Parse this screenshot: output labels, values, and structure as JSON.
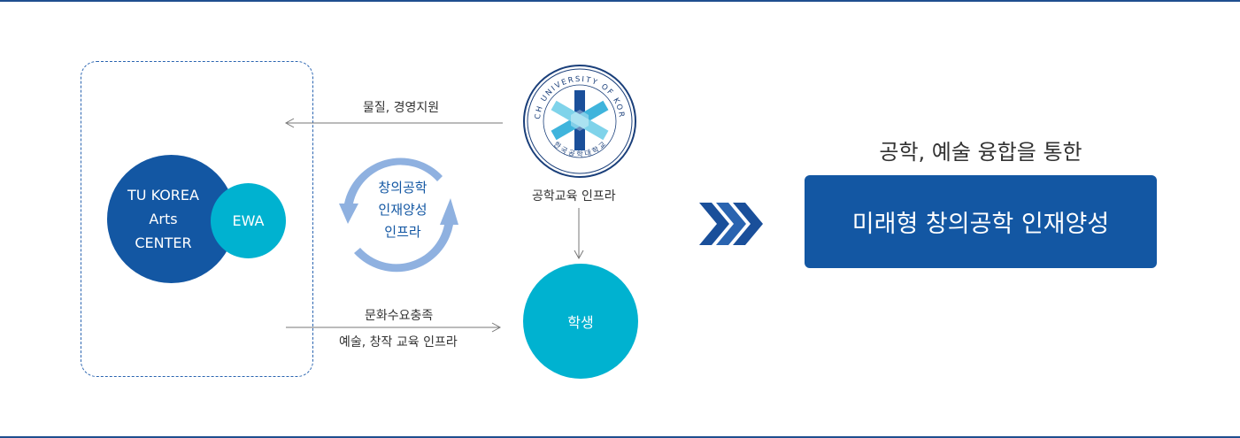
{
  "tu_center": {
    "line1": "TU KOREA",
    "line2": "Arts",
    "line3": "CENTER"
  },
  "ewa": "EWA",
  "support_label": "물질, 경영지원",
  "cycle": {
    "line1": "창의공학",
    "line2": "인재양성",
    "line3": "인프라"
  },
  "university": {
    "emblem_text": "TECH UNIVERSITY OF KOREA",
    "emblem_korean": "한 국 공 학 대 학 교",
    "label": "공학교육 인프라"
  },
  "student": "학생",
  "bottom_labels": {
    "top": "문화수요충족",
    "bottom": "예술, 창작 교육 인프라"
  },
  "result": {
    "subtitle": "공학, 예술 융합을 통한",
    "title": "미래형 창의공학 인재양성"
  },
  "colors": {
    "navy": "#1357a3",
    "cyan": "#00b2d0",
    "light_blue": "#8fb1e0"
  }
}
